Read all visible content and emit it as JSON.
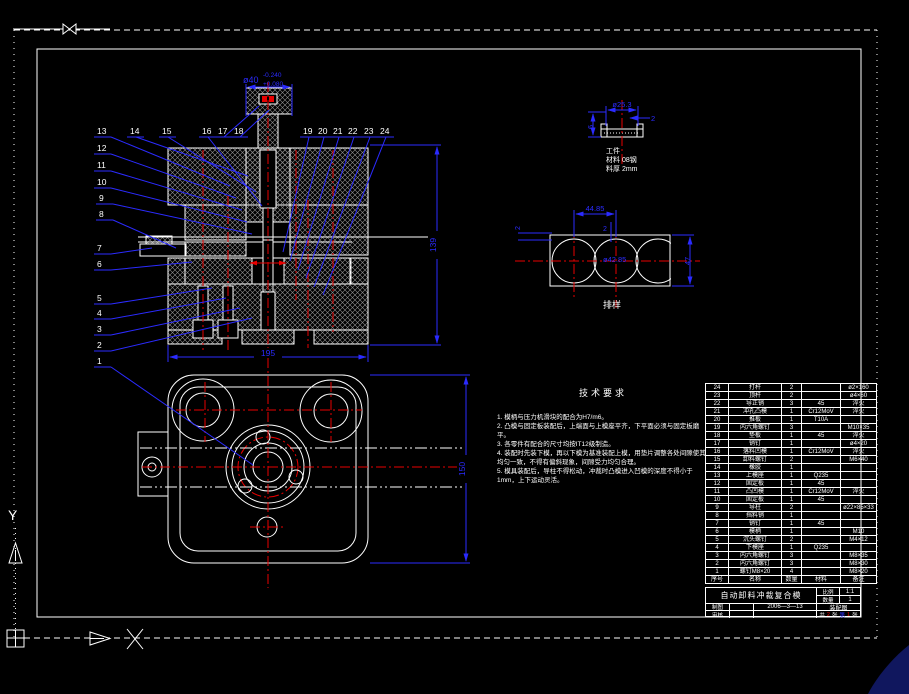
{
  "drawing": {
    "item_labels": [
      "1",
      "2",
      "3",
      "4",
      "5",
      "6",
      "7",
      "8",
      "9",
      "10",
      "11",
      "12",
      "13",
      "14",
      "15",
      "16",
      "17",
      "18",
      "19",
      "20",
      "21",
      "22",
      "23",
      "24"
    ],
    "dims": {
      "phi40": "ø40",
      "phi40_tol_up": "-0.240",
      "phi40_tol_low": "+0.080",
      "width_195": "195",
      "height_139": "139",
      "plan_height_150": "150"
    }
  },
  "part_detail": {
    "dia": "ø25.3",
    "thickness": "2",
    "height": "6",
    "notes": [
      "工件",
      "材料 08钢",
      "料厚 2mm"
    ]
  },
  "strip": {
    "pitch": "44.85",
    "web": "2",
    "edge": "2",
    "dia": "ø42.85",
    "width": "47",
    "caption": "排样"
  },
  "tech": {
    "title": "技术要求",
    "items": [
      "1. 模柄与压力机滑块的配合为H7/m6。",
      "2. 凸模与固定板装配后，上端面与上模座平齐，下平面必须与固定板磨平。",
      "3. 各零件有配合的尺寸均按IT12级制造。",
      "4. 装配时先装下模，再以下模为基准装配上模，用垫片调整各处间隙使其均匀一致，不得有偏斜现象，间隙受力均匀合理。",
      "5. 模具装配后，导柱不得松动，冲裁时凸模进入凹模的深度不得小于1mm，上下运动灵活。"
    ]
  },
  "bom": {
    "headers": [
      "序号",
      "名称",
      "数量",
      "材料",
      "备注"
    ],
    "rows": [
      [
        "24",
        "打杆",
        "2",
        "",
        "ø2×160"
      ],
      [
        "23",
        "顶杆",
        "2",
        "",
        "ø4×60"
      ],
      [
        "22",
        "导正销",
        "3",
        "45",
        "淬火"
      ],
      [
        "21",
        "冲孔凸模",
        "1",
        "Cr12MoV",
        "淬火"
      ],
      [
        "20",
        "推板",
        "1",
        "T10A",
        ""
      ],
      [
        "19",
        "内六角螺钉",
        "3",
        "",
        "M10×35"
      ],
      [
        "18",
        "垫板",
        "1",
        "45",
        "淬火"
      ],
      [
        "17",
        "销钉",
        "1",
        "",
        "ø4×20"
      ],
      [
        "16",
        "落料凹模",
        "1",
        "Cr12MoV",
        "淬火"
      ],
      [
        "15",
        "卸料螺钉",
        "2",
        "",
        "M6×40"
      ],
      [
        "14",
        "橡胶",
        "1",
        "",
        ""
      ],
      [
        "13",
        "上模座",
        "1",
        "Q235",
        ""
      ],
      [
        "12",
        "固定板",
        "1",
        "45",
        ""
      ],
      [
        "11",
        "凸凹模",
        "1",
        "Cr12MoV",
        "淬火"
      ],
      [
        "10",
        "固定板",
        "1",
        "45",
        ""
      ],
      [
        "9",
        "导柱",
        "2",
        "",
        "ø22×85×33"
      ],
      [
        "8",
        "挡料销",
        "1",
        "",
        ""
      ],
      [
        "7",
        "销钉",
        "1",
        "45",
        ""
      ],
      [
        "6",
        "模柄",
        "1",
        "",
        "M10"
      ],
      [
        "5",
        "沉头螺钉",
        "2",
        "",
        "M4×12"
      ],
      [
        "4",
        "下模座",
        "1",
        "Q235",
        ""
      ],
      [
        "3",
        "内六角螺钉",
        "3",
        "",
        "M8×35"
      ],
      [
        "2",
        "内六角螺钉",
        "3",
        "",
        "M8×30"
      ],
      [
        "1",
        "螺钉M8×20",
        "4",
        "",
        "M8×20"
      ]
    ]
  },
  "titleblock": {
    "title": "自动卸料冲裁复合模",
    "scale_label": "比例",
    "scale": "1:1",
    "qty_label": "数量",
    "qty": "1",
    "drawn_label": "制图",
    "checked_label": "审核",
    "date": "2006—3—13",
    "doc_type": "装配图",
    "sheet_parts": [
      "共",
      "2",
      "张",
      "第",
      "1",
      "张"
    ]
  },
  "ucs": {
    "x": "X",
    "y": "Y"
  }
}
